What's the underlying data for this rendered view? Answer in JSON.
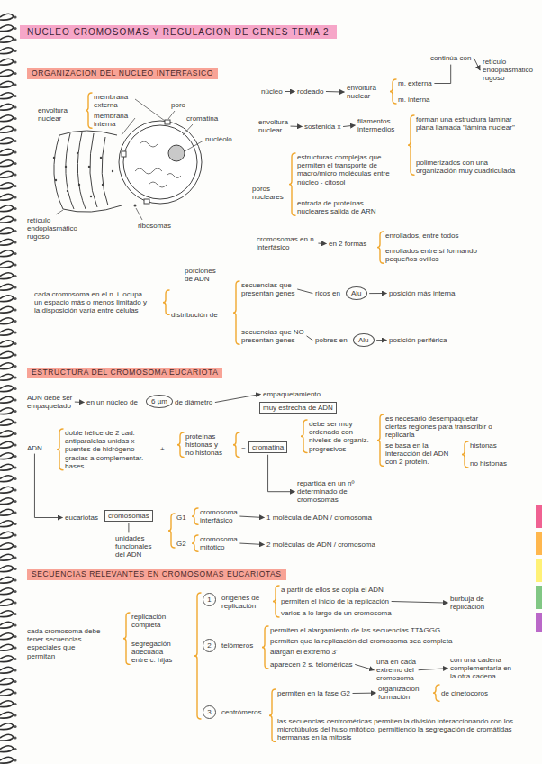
{
  "diagram": {
    "title": "NUCLEO CROMOSOMAS Y REGULACION DE GENES TEMA 2",
    "nodes": [
      {
        "text": [
          "Alu"
        ]
      },
      {
        "text": [
          "Alu"
        ]
      },
      {
        "text": [
          "6 µm"
        ]
      },
      {
        "text": [
          "muy estrecha de ADN"
        ]
      },
      {
        "text": [
          "cromatina"
        ]
      },
      {
        "text": [
          "cromosomas"
        ]
      },
      {
        "text": [
          "1"
        ]
      },
      {
        "text": [
          "2"
        ]
      },
      {
        "text": [
          "3"
        ]
      }
    ],
    "labels": [
      "ORGANIZACION DEL NUCLEO INTERFASICO",
      "envoltura nuclear",
      "membrana externa",
      "membrana interna",
      "poro",
      "cromatina",
      "nucléolo",
      "retículo endoplasmático rugoso",
      "ribosomas",
      "núcleo",
      "rodeado",
      "envoltura nuclear",
      "m. externa",
      "m. interna",
      "continúa con",
      "retículo endoplasmático rugoso",
      "envoltura nuclear",
      "sostenida x",
      "filamentos intermedios",
      "forman una estructura laminar plana llamada \"lámina nuclear\"",
      "polimerizados con una organización muy cuadriculada",
      "poros nucleares",
      "estructuras complejas que permiten el transporte de macro/micro moléculas entre núcleo - citosol",
      "entrada de proteínas nucleares salida de ARN",
      "cromosomas en n. interfásico",
      "en 2 formas",
      "enrollados, entre todos",
      "enrollados entre sí formando pequeños ovillos",
      "porciones de ADN",
      "cada cromosoma en el n. i. ocupa un espacio más o menos limitado y la disposición varía entre células",
      "distribución de",
      "secuencias que presentan genes",
      "ricos en",
      "posición más interna",
      "secuencias que NO presentan genes",
      "pobres en",
      "posición periférica",
      "ESTRUCTURA DEL CROMOSOMA EUCARIOTA",
      "ADN debe ser empaquetado",
      "en un núcleo de",
      "de diámetro",
      "empaquetamiento",
      "ADN",
      "doble hélice de 2 cad. antiparalelas unidas x puentes de hidrógeno gracias a complementar. bases",
      "+",
      "proteínas histonas y no histonas",
      "=",
      "debe ser muy ordenado con niveles de organiz. progresivos",
      "es necesario desempaquetar ciertas regiones para transcribir o replicarla",
      "se basa en la interacción del ADN con 2 protein.",
      "histonas",
      "no histonas",
      "repartida en un nº determinado de cromosomas",
      "eucariotas",
      "unidades funcionales del ADN",
      "G1",
      "cromosoma interfásico",
      "1 molécula de ADN / cromosoma",
      "G2",
      "cromosoma mitótico",
      "2 moléculas de ADN / cromosoma",
      "SECUENCIAS RELEVANTES EN CROMOSOMAS EUCARIOTAS",
      "cada cromosoma debe tener secuencias especiales que permitan",
      "replicación completa",
      "segregación adecuada entre c. hijas",
      "orígenes de replicación",
      "a partir de ellos se copia el ADN",
      "permiten el inicio de la replicación",
      "burbuja de replicación",
      "varios a lo largo de un cromosoma",
      "telómeros",
      "permiten el alargamiento de las secuencias TTAGGG",
      "permiten que la replicación del cromosoma sea completa",
      "alargan el extremo 3'",
      "aparecen 2 s. teloméricas",
      "una en cada extremo del cromosoma",
      "con una cadena complementaria en la otra cadena",
      "centrómeros",
      "permiten en la fase G2",
      "organización formación",
      "de cinetocoros",
      "las secuencias centroméricas permiten la división interaccionando con los microtúbulos del huso mitótico, permitiendo la segregación de cromátidas hermanas en la mitosis"
    ]
  }
}
